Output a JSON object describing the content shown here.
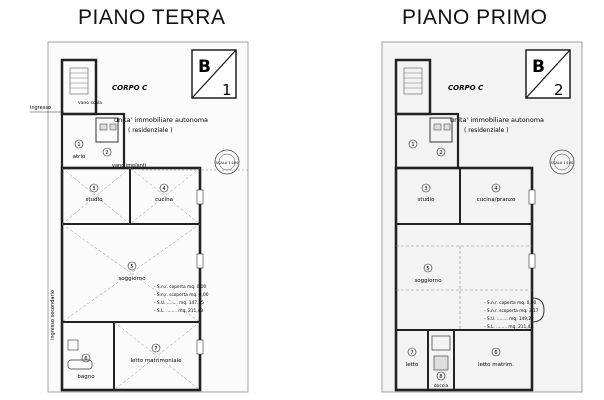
{
  "left": {
    "title": "PIANO TERRA",
    "badge_letter": "B",
    "badge_number": "1",
    "corpo": "CORPO C",
    "unit_line1": "unita' immobiliare autonoma",
    "unit_line2": "( residenziale )",
    "ingresso": "ingresso",
    "vano_scala": "vano scala",
    "vano_impianti": "vano impianti",
    "stamp": "SCALA 1:100",
    "vertical_label": "ingresso secondario",
    "rooms": [
      {
        "num": "1",
        "name": "atrio"
      },
      {
        "num": "2",
        "name": ""
      },
      {
        "num": "3",
        "name": "studio"
      },
      {
        "num": "4",
        "name": "cucina"
      },
      {
        "num": "5",
        "name": "soggiorno"
      },
      {
        "num": "6",
        "name": "bagno"
      },
      {
        "num": "7",
        "name": "letto matrimoniale"
      }
    ],
    "areas": [
      "- S.n.r. coperta mq. 0,00",
      "- S.n.r. scoperta mq. 0,00",
      "- S.U. ........ mq. 147,35",
      "- S.L. ........ mq. 211,43"
    ]
  },
  "right": {
    "title": "PIANO PRIMO",
    "badge_letter": "B",
    "badge_number": "2",
    "corpo": "CORPO C",
    "unit_line1": "unita' immobiliare autonoma",
    "unit_line2": "( residenziale )",
    "stamp": "SCALA 1:100",
    "rooms": [
      {
        "num": "1",
        "name": ""
      },
      {
        "num": "2",
        "name": ""
      },
      {
        "num": "3",
        "name": "studio"
      },
      {
        "num": "4",
        "name": "cucina/pranzo"
      },
      {
        "num": "5",
        "name": "soggiorno"
      },
      {
        "num": "6",
        "name": "letto matrim."
      },
      {
        "num": "7",
        "name": "letto"
      },
      {
        "num": "8",
        "name": "doccia"
      }
    ],
    "areas": [
      "- S.n.r. coperta mq. 0,00",
      "- S.n.r. scoperta mq. 3,17",
      "- S.U. ........ mq. 149,22",
      "- S.L. ........ mq. 211,43"
    ]
  }
}
